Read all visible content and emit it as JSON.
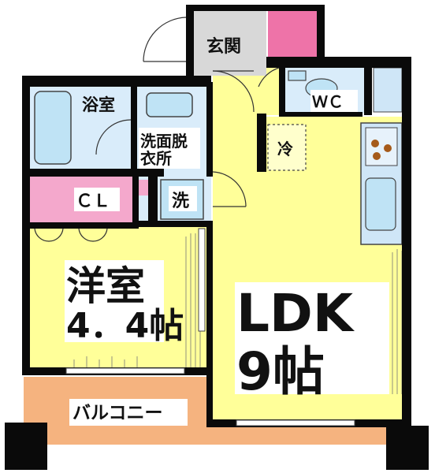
{
  "rooms": {
    "entrance": "玄関",
    "bath": "浴室",
    "wc": "ＷＣ",
    "washroom_line1": "洗面脱",
    "washroom_line2": "衣所",
    "washer": "洗",
    "fridge": "冷",
    "closet": "ＣＬ",
    "western_name": "洋室",
    "western_size": "4．4帖",
    "ldk_name": "LDK",
    "ldk_size": "9帖",
    "balcony": "バルコニー"
  },
  "colors": {
    "wall": "#0a0a0a",
    "room_floor": "#ffff99",
    "wet_area": "#d9ecfa",
    "fixture": "#bfe3f5",
    "closet": "#f4a8cc",
    "balcony": "#f5b37f",
    "entrance_floor": "#d8d8d8",
    "shoe_box": "#ee73a8",
    "kitchen": "#cfe6f7"
  }
}
